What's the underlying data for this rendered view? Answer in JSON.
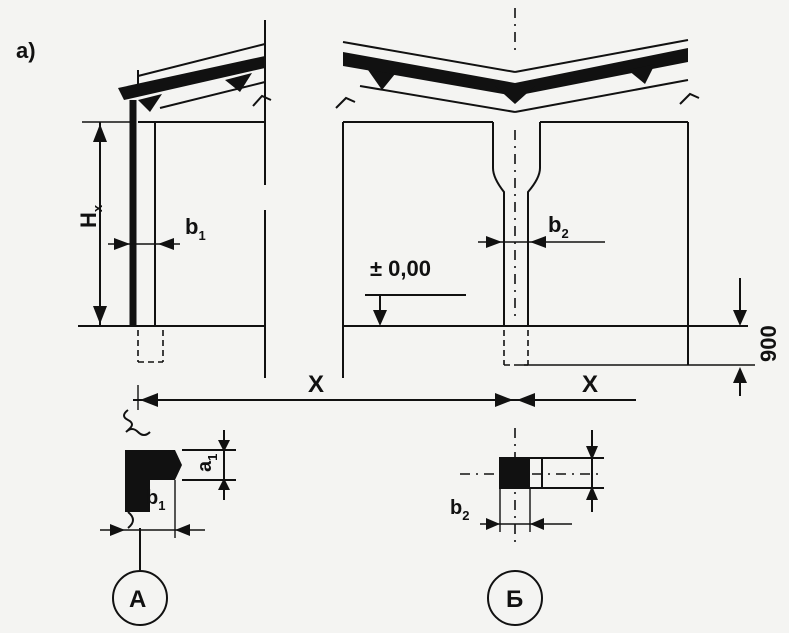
{
  "figure": {
    "panel_label": "а)",
    "height_symbol": "H",
    "height_subscript": "х",
    "b1_symbol": "b",
    "b1_subscript": "1",
    "b2_symbol": "b",
    "b2_subscript": "2",
    "level_mark": "± 0,00",
    "x_left": "Х",
    "x_right": "Х",
    "depth_value": "900",
    "a1_symbol": "а",
    "a1_subscript": "1",
    "detail_b1_symbol": "b",
    "detail_b1_subscript": "1",
    "detail_b2_symbol": "b",
    "detail_b2_subscript": "2",
    "node_a": "А",
    "node_b": "Б"
  }
}
